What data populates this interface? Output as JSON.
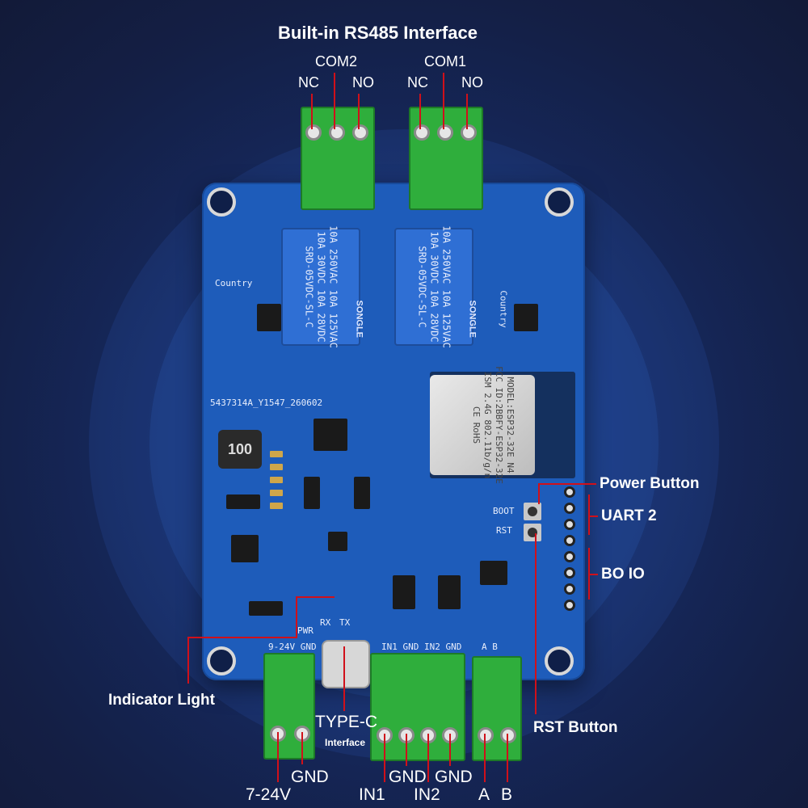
{
  "title": "Built-in RS485 Interface",
  "relay_ports": {
    "com2": {
      "name": "COM2",
      "left_pin": "NC",
      "right_pin": "NO"
    },
    "com1": {
      "name": "COM1",
      "left_pin": "NC",
      "right_pin": "NO"
    }
  },
  "side_labels": {
    "power_button": "Power Button",
    "uart2": "UART 2",
    "bo_io": "BO IO",
    "rst_button": "RST Button",
    "indicator_light": "Indicator Light"
  },
  "type_c": {
    "label": "TYPE-C",
    "sub": "Interface"
  },
  "bottom_labels": {
    "power_in": "7-24V",
    "power_gnd": "GND",
    "in1": "IN1",
    "in_gnd1": "GND",
    "in2": "IN2",
    "in_gnd2": "GND",
    "rs485_a": "A",
    "rs485_b": "B"
  },
  "board": {
    "relay_text": "10A 250VAC 10A 125VAC\n10A 30VDC 10A 28VDC\nSRD-05VDC-SL-C",
    "relay_brand": "SONGLE",
    "serial": "5437314A_Y1547_260602",
    "inductor": "100",
    "esp_text": "MODEL:ESP32-32E N4\nFCC ID:2BBFY-ESP32-32E\nISM 2.4G 802.11b/g/n\nCE RoHS",
    "boot": "BOOT",
    "rst": "RST",
    "country_l": "Country",
    "country_r": "Country",
    "pwr": "PWR",
    "rx": "RX",
    "tx": "TX",
    "silk_power": "9-24V GND",
    "silk_in": "IN1 GND IN2 GND",
    "silk_ab": "A B"
  },
  "colors": {
    "background": "#152657",
    "pcb": "#1e5cba",
    "terminal": "#2fae3c",
    "lead": "#d0101a",
    "relay": "#2f6fd4"
  }
}
